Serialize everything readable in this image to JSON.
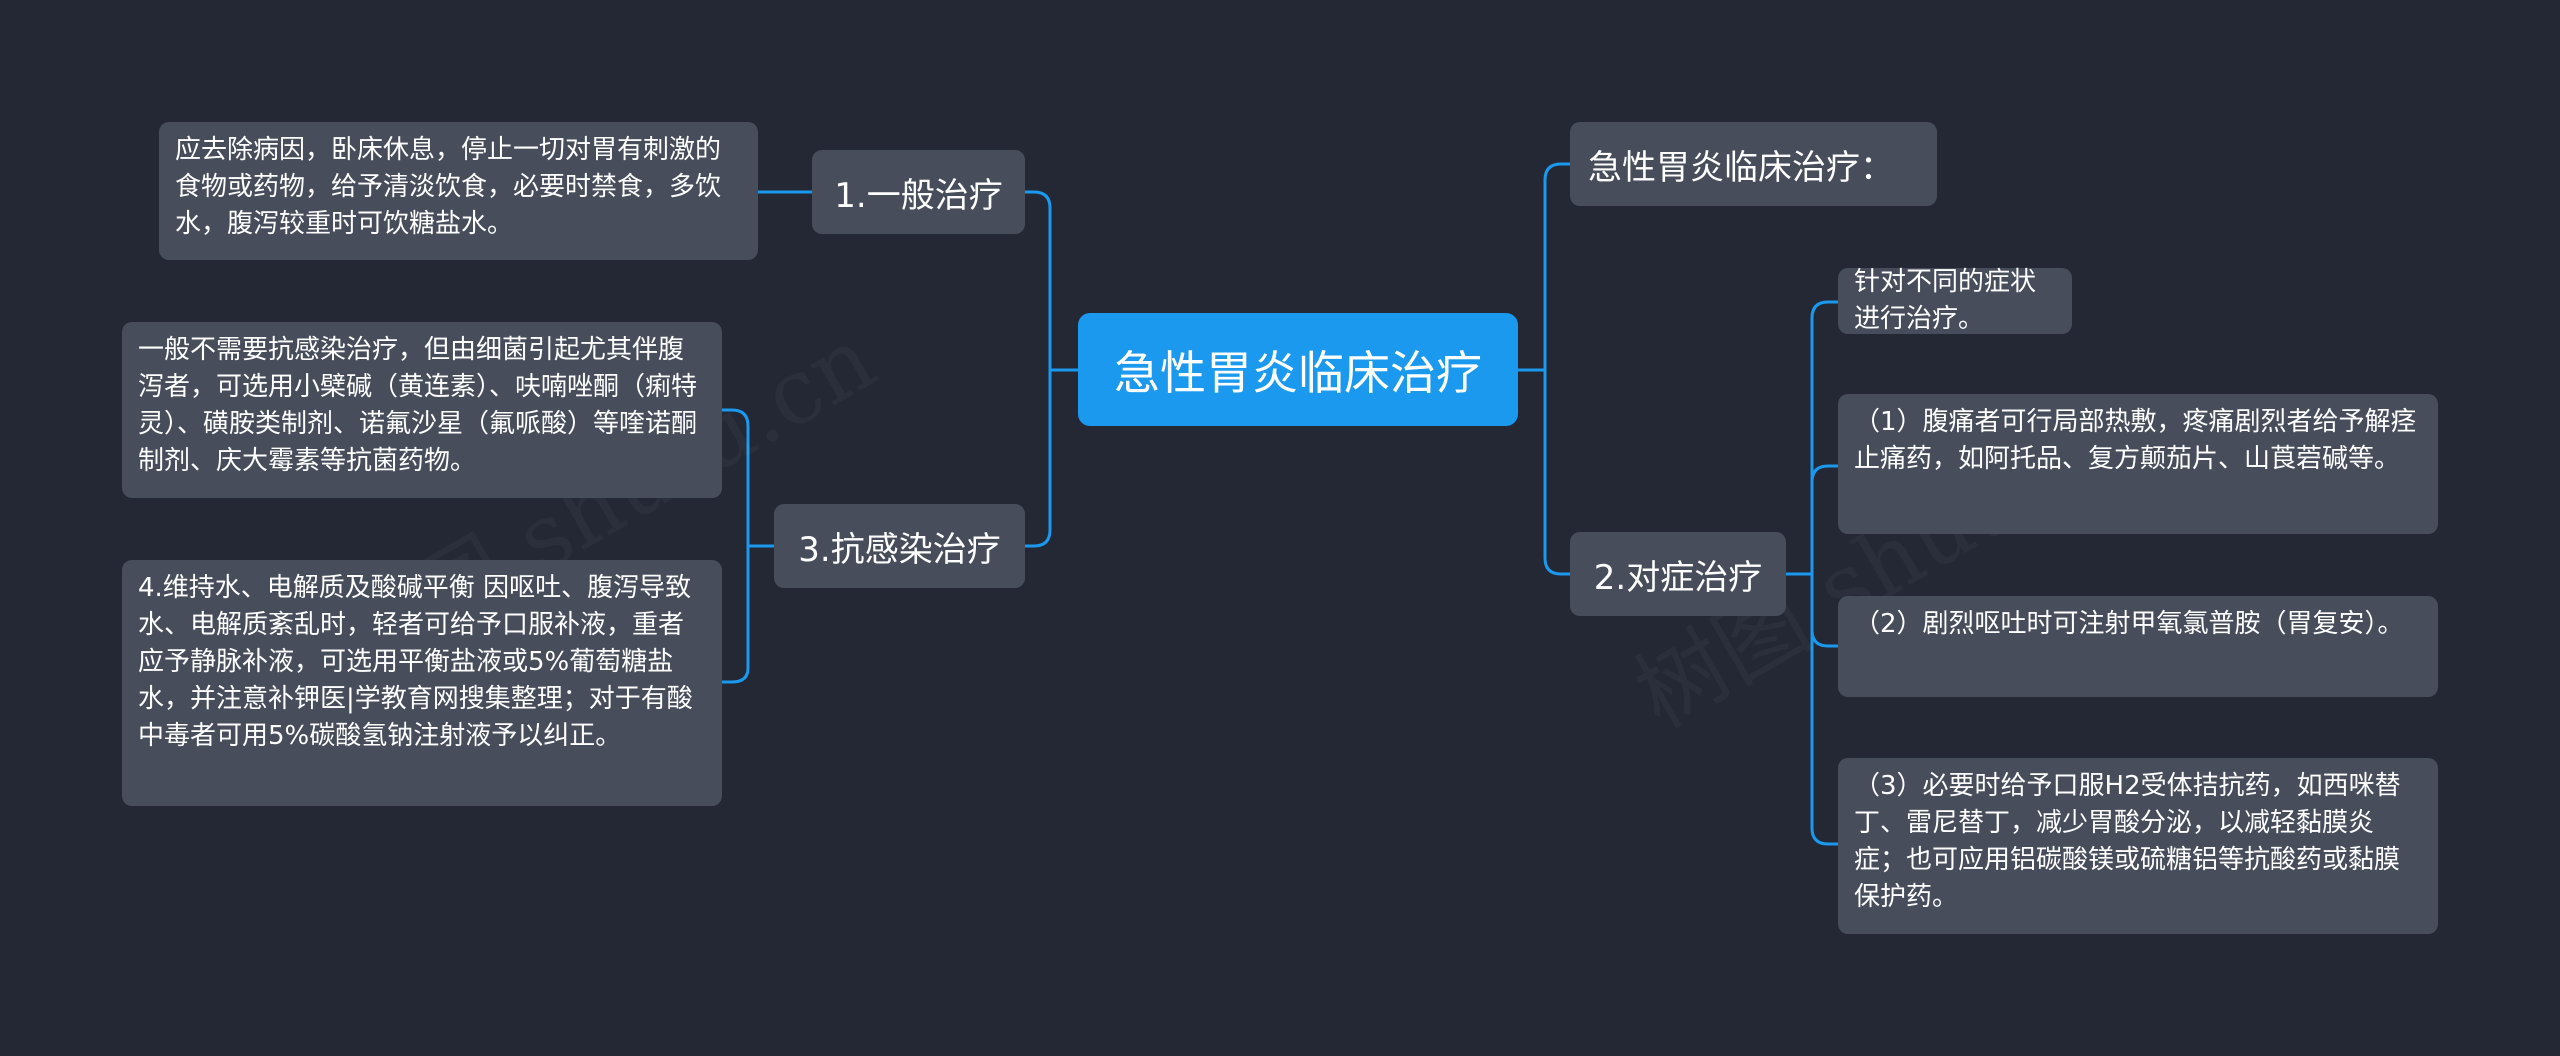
{
  "center": {
    "title": "急性胃炎临床治疗"
  },
  "left": {
    "general": {
      "title": "1.一般治疗",
      "detail": "应去除病因，卧床休息，停止一切对胃有刺激的食物或药物，给予清淡饮食，必要时禁食，多饮水，腹泻较重时可饮糖盐水。"
    },
    "anti_infection": {
      "title": "3.抗感染治疗",
      "detail_1": "一般不需要抗感染治疗，但由细菌引起尤其伴腹泻者，可选用小檗碱（黄连素）、呋喃唑酮（痢特灵）、磺胺类制剂、诺氟沙星（氟哌酸）等喹诺酮制剂、庆大霉素等抗菌药物。",
      "detail_2": "4.维持水、电解质及酸碱平衡 因呕吐、腹泻导致水、电解质紊乱时，轻者可给予口服补液，重者应予静脉补液，可选用平衡盐液或5%葡萄糖盐水，并注意补钾医|学教育网搜集整理；对于有酸中毒者可用5%碳酸氢钠注射液予以纠正。"
    }
  },
  "right": {
    "clinical": {
      "title": "急性胃炎临床治疗："
    },
    "symptomatic": {
      "title": "2.对症治疗",
      "items": [
        "针对不同的症状进行治疗。",
        "（1）腹痛者可行局部热敷，疼痛剧烈者给予解痉止痛药，如阿托品、复方颠茄片、山莨菪碱等。",
        "（2）剧烈呕吐时可注射甲氧氯普胺（胃复安）。",
        "（3）必要时给予口服H2受体拮抗药，如西咪替丁、雷尼替丁，减少胃酸分泌，以减轻黏膜炎症；也可应用铝碳酸镁或硫糖铝等抗酸药或黏膜保护药。"
      ]
    }
  },
  "colors": {
    "background": "#232834",
    "node": "#474d5b",
    "center": "#1b99ee",
    "connector": "#1b99ee"
  }
}
